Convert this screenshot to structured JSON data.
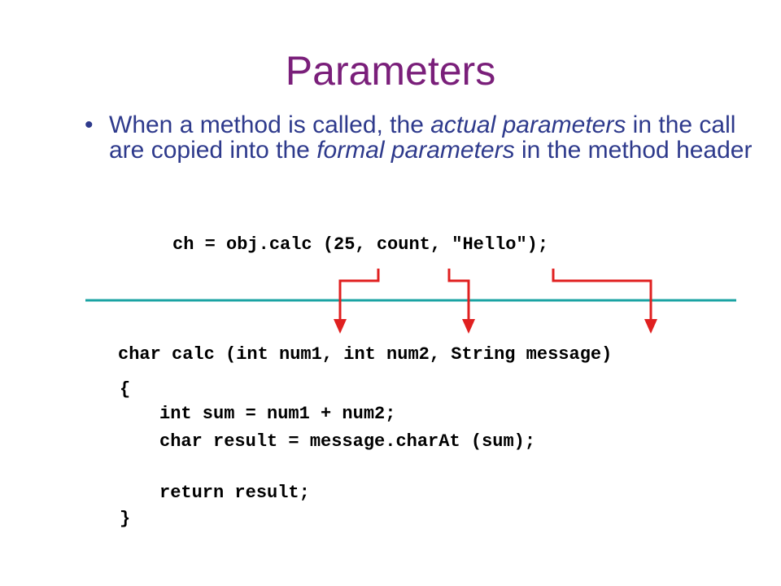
{
  "slide": {
    "title": "Parameters",
    "bullet_symbol": "•",
    "bullet": {
      "part1": "When a method is called, the ",
      "italic1": "actual parameters",
      "part2": " in the call are copied into the ",
      "italic2": "formal parameters",
      "part3": " in the method header"
    }
  },
  "code": {
    "call": "ch = obj.calc (25, count, \"Hello\");",
    "header": "char calc (int num1, int num2, String message)",
    "open_brace": "{",
    "body": [
      "int sum = num1 + num2;",
      "char result = message.charAt (sum);",
      "return result;"
    ],
    "close_brace": "}"
  },
  "colors": {
    "title": "#7a1f7a",
    "bullet_text": "#2e3a8c",
    "divider": "#1aa3a3",
    "arrows": "#e02020"
  }
}
